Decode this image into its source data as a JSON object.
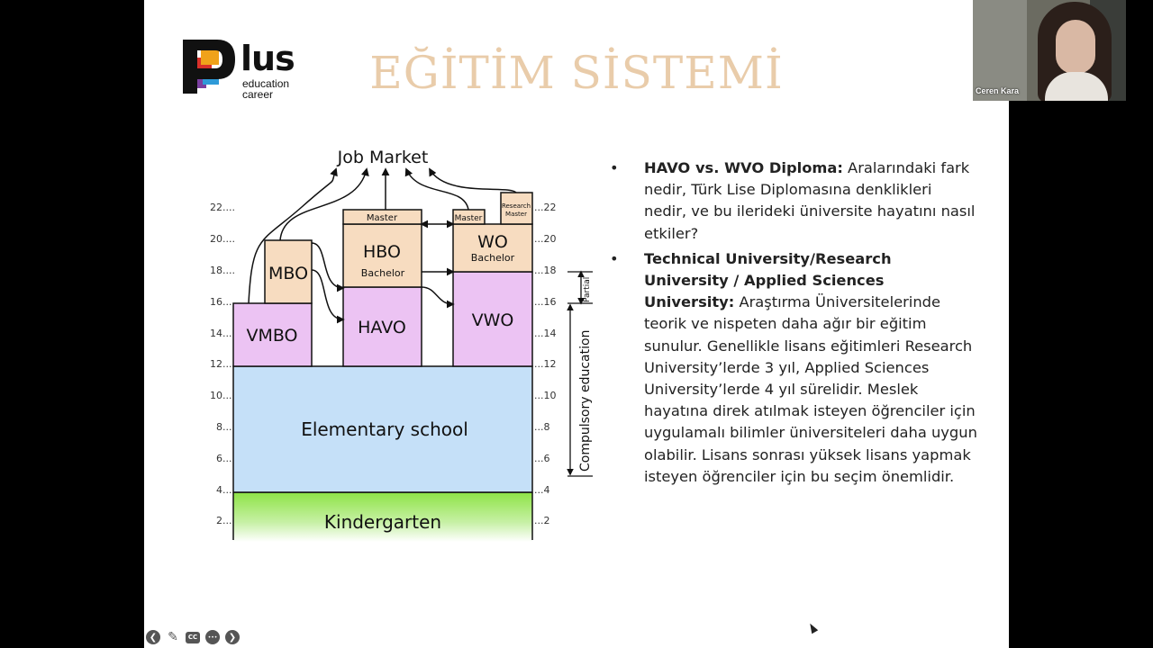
{
  "slide": {
    "logo_word": "lus",
    "logo_sub1": "education",
    "logo_sub2": "career",
    "title": "EĞİTİM SİSTEMİ"
  },
  "diagram": {
    "job_market": "Job Market",
    "master_hbo": "Master",
    "master_wo": "Master",
    "research": "Research",
    "research_master": "Master",
    "hbo": "HBO",
    "hbo_sub": "Bachelor",
    "wo": "WO",
    "wo_sub": "Bachelor",
    "mbo": "MBO",
    "vmbo": "VMBO",
    "havo": "HAVO",
    "vwo": "VWO",
    "elementary": "Elementary school",
    "kindergarten": "Kindergarten",
    "partial": "Partial",
    "compulsory": "Compulsory education",
    "ages_left": [
      "22....",
      "20....",
      "18....",
      "16....",
      "14....",
      "12....",
      "10....",
      "8....",
      "6....",
      "4....",
      "2...."
    ],
    "ages_right": [
      "...22",
      "...20",
      "...18",
      "...16",
      "...14",
      "...12",
      "...10",
      "...8",
      "...6",
      "...4",
      "...2"
    ]
  },
  "bullets": [
    {
      "marker": "•",
      "bold": "HAVO vs. WVO Diploma:",
      "text": " Aralarındaki fark nedir, Türk Lise Diplomasına denklikleri nedir, ve bu ilerideki üniversite hayatını nasıl etkiler?"
    },
    {
      "marker": "•",
      "bold": "Technical University/Research University / Applied Sciences University:",
      "text": " Araştırma Üniversitelerinde teorik ve nispeten daha ağır bir eğitim sunulur. Genellikle lisans eğitimleri Research University’lerde 3 yıl, Applied Sciences University’lerde 4 yıl sürelidir. Meslek hayatına direk atılmak isteyen öğrenciler için uygulamalı bilimler üniversiteleri daha uygun olabilir. Lisans sonrası yüksek lisans yapmak isteyen öğrenciler için bu seçim önemlidir."
    }
  ],
  "controls": {
    "prev": "❮",
    "pen": "✎",
    "cc": "CC",
    "more": "•••",
    "next": "❯"
  },
  "video": {
    "name": "Ceren Kara"
  },
  "colors": {
    "title": "#e9ccaa",
    "peach": "#f7dcc0",
    "pink": "#ecc3f3",
    "blue": "#c5e0f8",
    "green": "#8ee346"
  }
}
